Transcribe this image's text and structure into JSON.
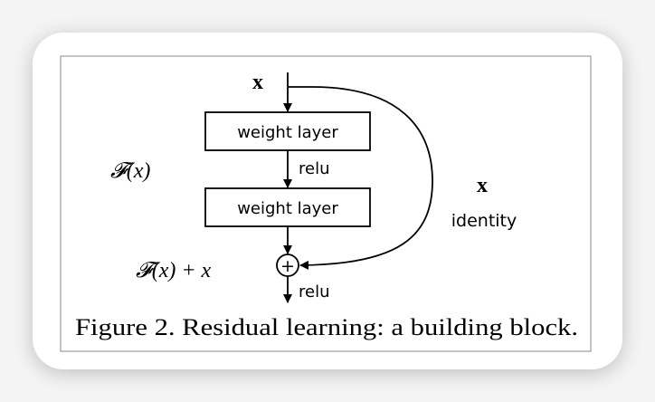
{
  "diagram": {
    "input_label": "x",
    "layer1_label": "weight layer",
    "layer2_label": "weight layer",
    "relu_mid_label": "relu",
    "relu_out_label": "relu",
    "residual_label": "𝓕(x)",
    "sum_label": "𝓕(x) + x",
    "shortcut_x_label": "x",
    "shortcut_label": "identity",
    "add_symbol": "+",
    "caption": "Figure 2. Residual learning: a building block."
  }
}
